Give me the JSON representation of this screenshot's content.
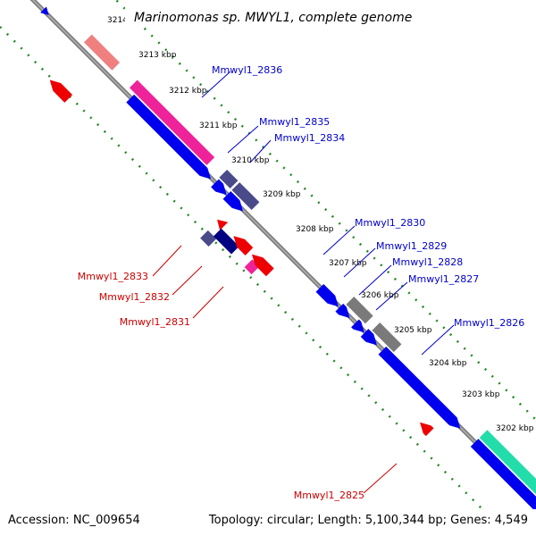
{
  "title": "Marinomonas sp. MWYL1, complete genome",
  "footer": {
    "accession": "Accession: NC_009654",
    "summary": "Topology: circular; Length: 5,100,344 bp; Genes: 4,549"
  },
  "colors": {
    "backbone": "#808080",
    "tick_dots": "#228822",
    "forward_label": "#0000cc",
    "reverse_label": "#cc0000",
    "blue": "#0000ee",
    "red": "#ee0000",
    "magenta": "#ee2299",
    "pink": "#f08080",
    "slate": "#4a4a8a",
    "navy": "#000080",
    "gray": "#7a7a7a",
    "teal": "#22ddaa"
  },
  "ticks": [
    {
      "label": "3214 kbp"
    },
    {
      "label": "3213 kbp"
    },
    {
      "label": "3212 kbp"
    },
    {
      "label": "3211 kbp"
    },
    {
      "label": "3210 kbp"
    },
    {
      "label": "3209 kbp"
    },
    {
      "label": "3208 kbp"
    },
    {
      "label": "3207 kbp"
    },
    {
      "label": "3206 kbp"
    },
    {
      "label": "3205 kbp"
    },
    {
      "label": "3204 kbp"
    },
    {
      "label": "3203 kbp"
    },
    {
      "label": "3202 kbp"
    }
  ],
  "gene_labels": [
    {
      "name": "Mmwyl1_2836",
      "strand": "forward"
    },
    {
      "name": "Mmwyl1_2835",
      "strand": "forward"
    },
    {
      "name": "Mmwyl1_2834",
      "strand": "forward"
    },
    {
      "name": "Mmwyl1_2830",
      "strand": "forward"
    },
    {
      "name": "Mmwyl1_2829",
      "strand": "forward"
    },
    {
      "name": "Mmwyl1_2828",
      "strand": "forward"
    },
    {
      "name": "Mmwyl1_2827",
      "strand": "forward"
    },
    {
      "name": "Mmwyl1_2826",
      "strand": "forward"
    },
    {
      "name": "Mmwyl1_2833",
      "strand": "reverse"
    },
    {
      "name": "Mmwyl1_2832",
      "strand": "reverse"
    },
    {
      "name": "Mmwyl1_2831",
      "strand": "reverse"
    },
    {
      "name": "Mmwyl1_2825",
      "strand": "reverse"
    }
  ]
}
